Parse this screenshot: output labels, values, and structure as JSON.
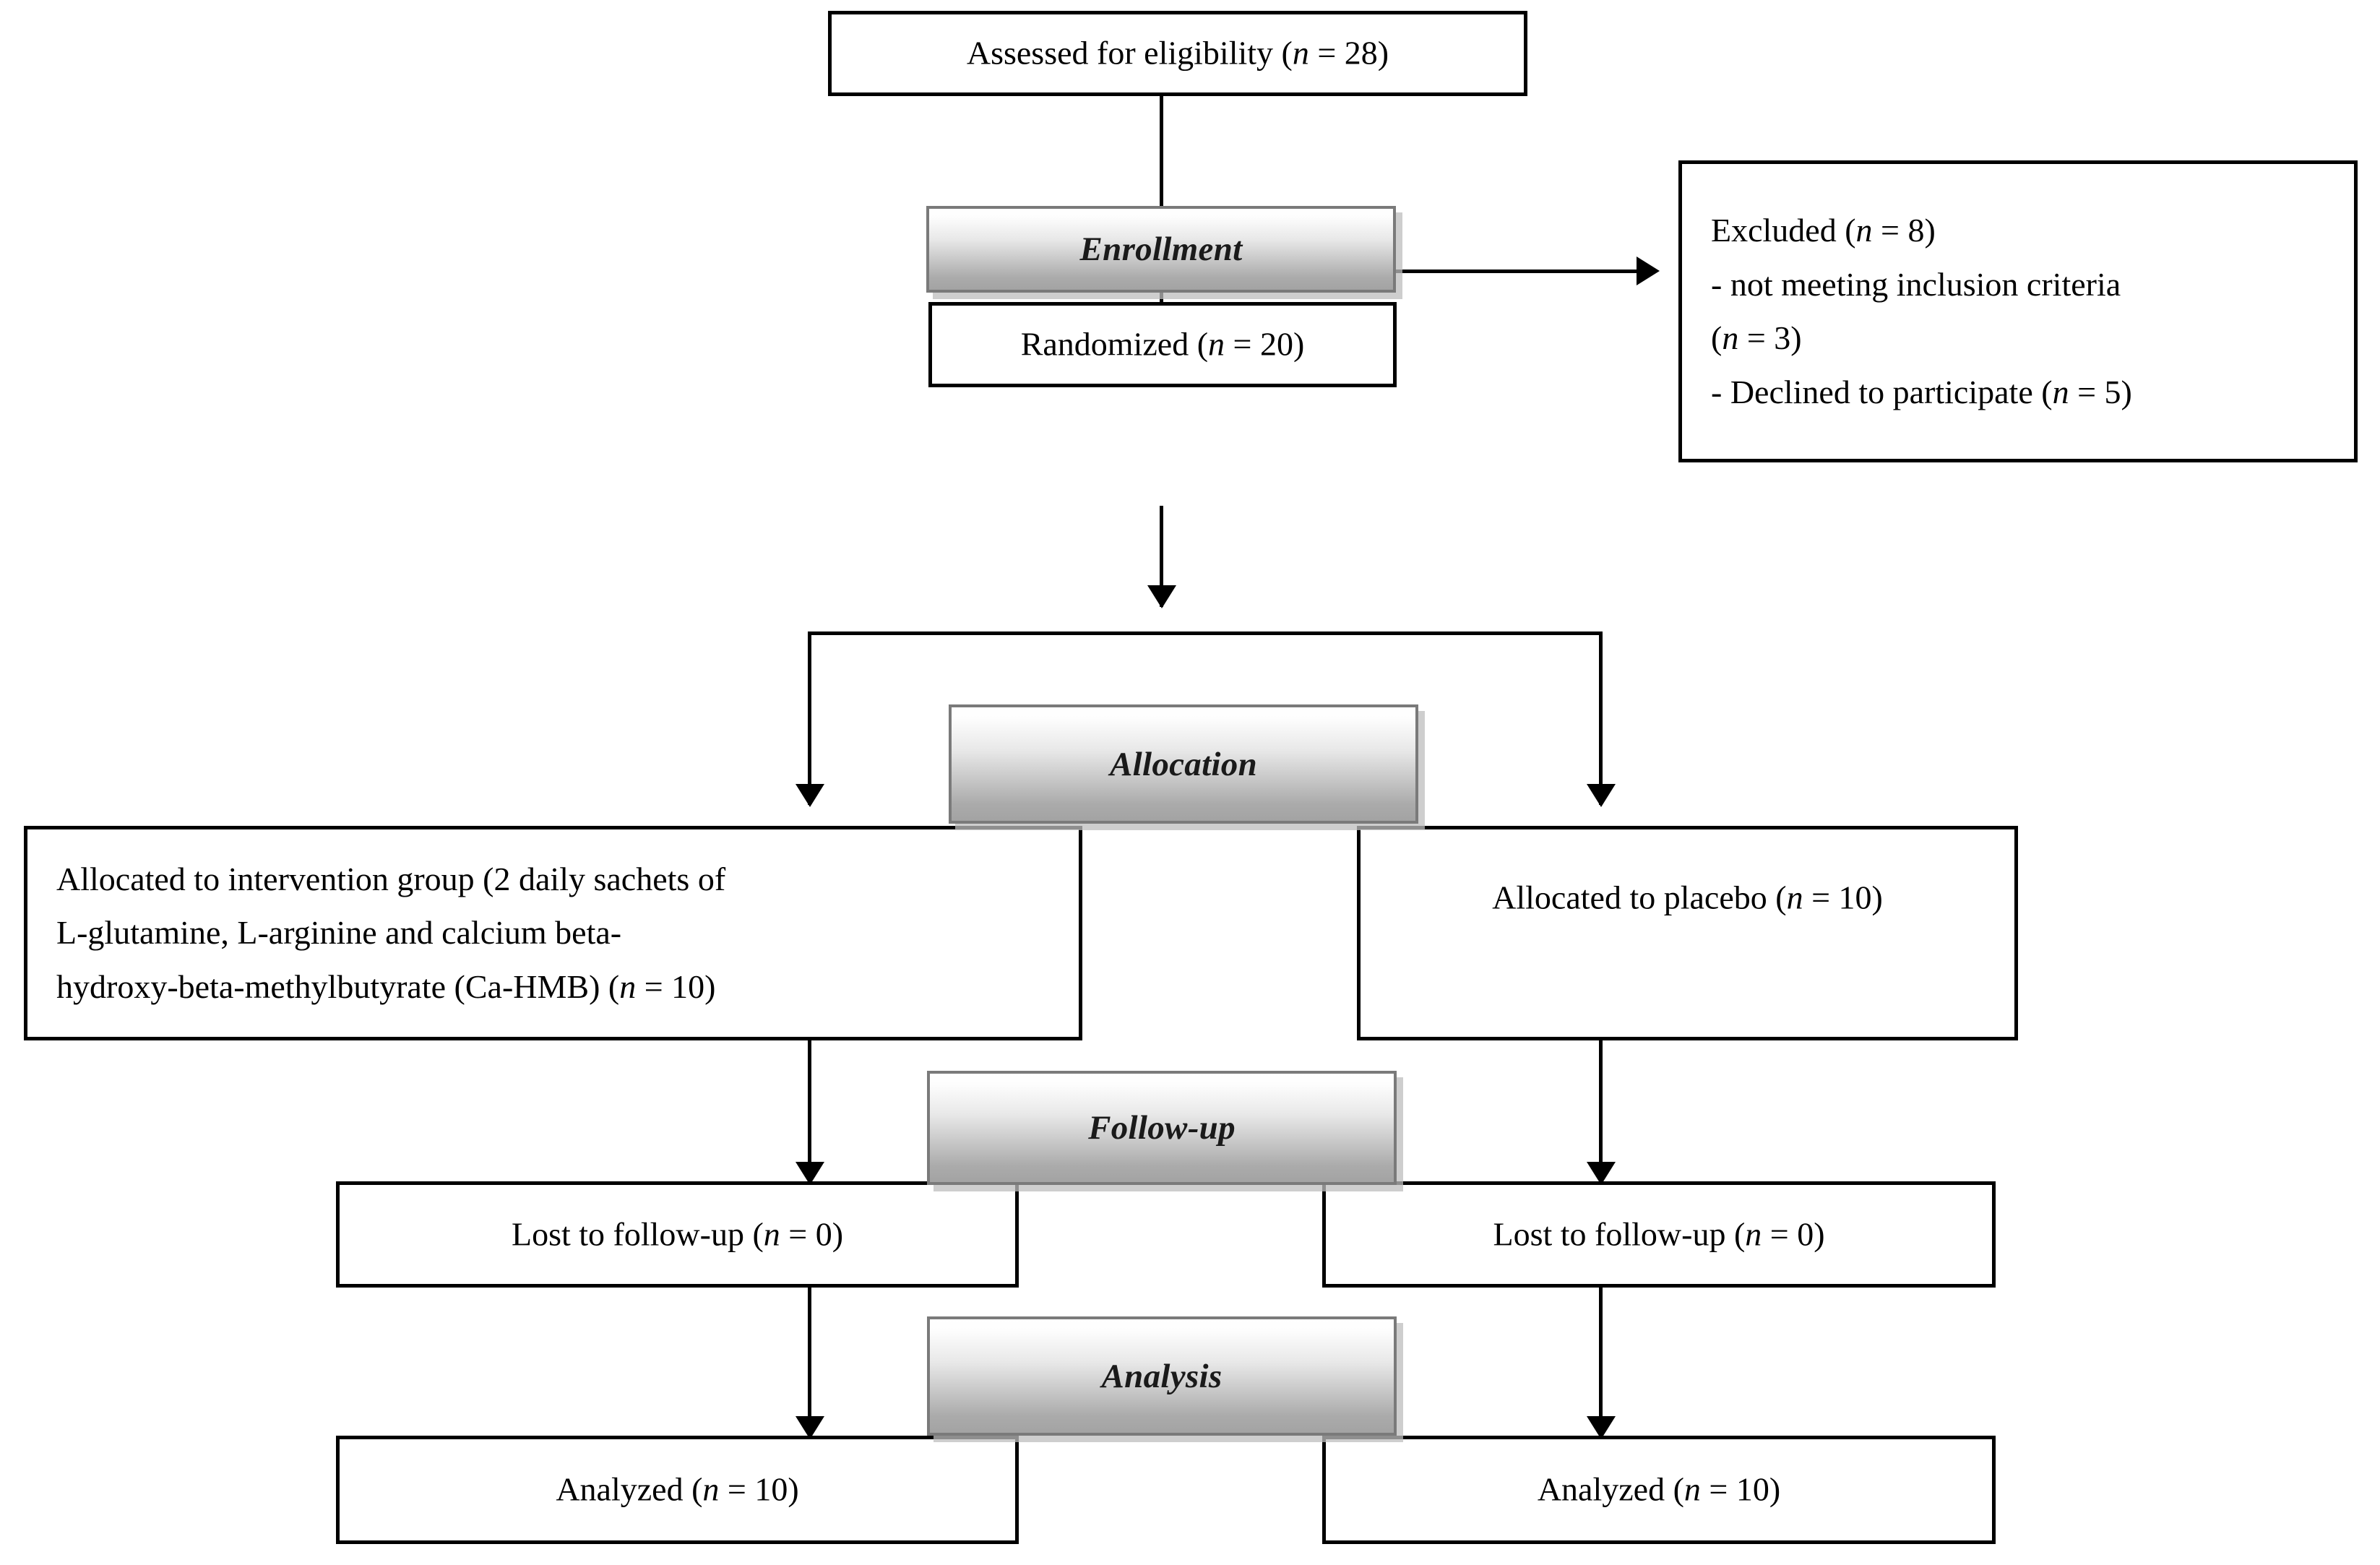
{
  "diagram": {
    "type": "CONSORT participant flow diagram",
    "stage_labels": {
      "enrollment": "Enrollment",
      "allocation": "Allocation",
      "followup": "Follow-up",
      "analysis": "Analysis"
    },
    "nodes": {
      "assessed": {
        "text": "Assessed for eligibility (n = 28)",
        "pre": "Assessed for eligibility (",
        "n_symbol": "n",
        "post": " = 28)",
        "n_value": 28
      },
      "randomized": {
        "text": "Randomized (n = 20)",
        "pre": "Randomized (",
        "n_symbol": "n",
        "post": " = 20)",
        "n_value": 20
      },
      "excluded": {
        "title_pre": "Excluded (",
        "title_n": "n",
        "title_post": " = 8)",
        "n_value": 8,
        "reasons": [
          {
            "pre": "- not meeting inclusion criteria",
            "n": "",
            "post": ""
          },
          {
            "pre": "(",
            "n": "n",
            "post": " = 3)"
          },
          {
            "pre": "- Declined to participate (",
            "n": "n",
            "post": " = 5)"
          }
        ]
      },
      "alloc_intervention": {
        "line1": "Allocated to intervention group (2 daily sachets of",
        "line2": "L-glutamine, L-arginine and calcium beta-",
        "line3_pre": "hydroxy-beta-methylbutyrate  (Ca-HMB) (",
        "line3_n": "n",
        "line3_post": " = 10)",
        "n_value": 10
      },
      "alloc_placebo": {
        "pre": "Allocated to placebo (",
        "n_symbol": "n",
        "post": " = 10)",
        "n_value": 10
      },
      "lost_left": {
        "pre": "Lost to follow-up (",
        "n_symbol": "n",
        "post": " = 0)",
        "n_value": 0
      },
      "lost_right": {
        "pre": "Lost to follow-up (",
        "n_symbol": "n",
        "post": " = 0)",
        "n_value": 0
      },
      "analyzed_left": {
        "pre": "Analyzed (",
        "n_symbol": "n",
        "post": " = 10)",
        "n_value": 10
      },
      "analyzed_right": {
        "pre": "Analyzed (",
        "n_symbol": "n",
        "post": " = 10)",
        "n_value": 10
      }
    },
    "colors": {
      "line": "#000000",
      "box_border": "#000000",
      "band_border": "#7a7a7a",
      "band_gradient_top": "#ffffff",
      "band_gradient_bottom": "#a3a3a3",
      "band_shadow": "#bebebe",
      "text": "#000000",
      "background": "#ffffff"
    }
  }
}
